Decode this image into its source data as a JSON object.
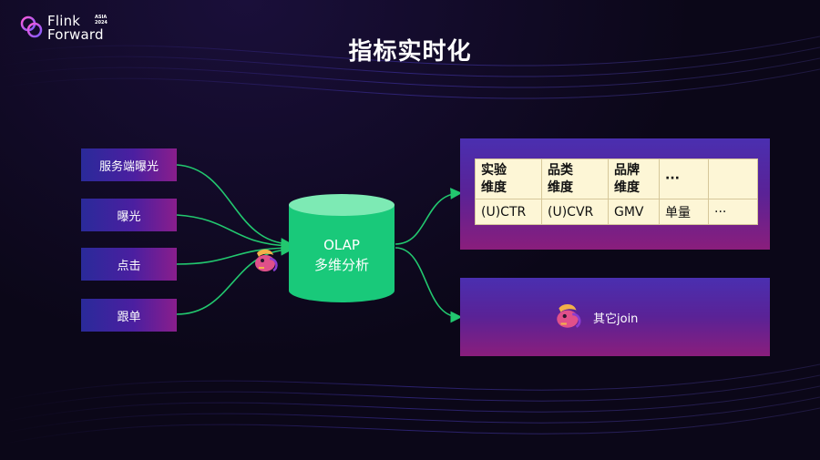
{
  "logo": {
    "line1": "Flink",
    "line2": "Forward",
    "tag1": "ASIA",
    "tag2": "2024"
  },
  "title": "指标实时化",
  "sources": [
    "服务端曝光",
    "曝光",
    "点击",
    "跟单"
  ],
  "center": {
    "line1": "OLAP",
    "line2": "多维分析"
  },
  "table": {
    "header": [
      [
        "实验",
        "维度"
      ],
      [
        "品类",
        "维度"
      ],
      [
        "品牌",
        "维度"
      ],
      [
        "···",
        ""
      ],
      [
        "",
        ""
      ]
    ],
    "row": [
      "(U)CTR",
      "(U)CVR",
      "GMV",
      "单量",
      "···"
    ]
  },
  "other_join": "其它join",
  "colors": {
    "cylinder": "#19c97a",
    "cylinder_top": "#7deab4",
    "edge": "#22c86f",
    "table_bg": "#fdf6d6"
  },
  "icons": [
    "flink-squirrel-icon"
  ]
}
